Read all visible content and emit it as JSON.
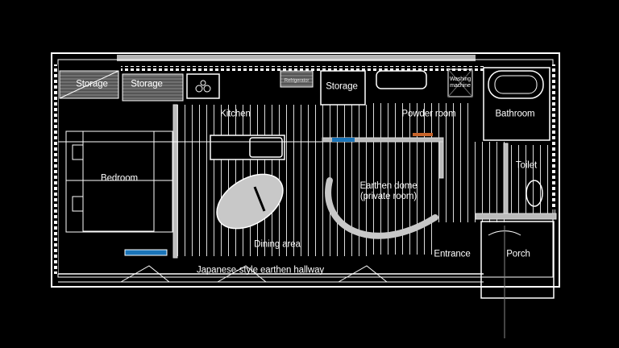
{
  "title": "Floor plan",
  "rooms": {
    "storage_1": "Storage",
    "storage_2": "Storage",
    "refrigerator": "Refrigerator",
    "storage_3": "Storage",
    "washing_machine": "Washing machine",
    "kitchen": "Kitchen",
    "powder_room": "Powder room",
    "bathroom": "Bathroom",
    "bedroom": "Bedroom",
    "toilet": "Toilet",
    "earthen_dome_line1": "Earthen dome",
    "earthen_dome_line2": "(private room)",
    "dining_area": "Dining area",
    "entrance": "Entrance",
    "porch": "Porch",
    "hallway": "Japanese-style earthen hallway"
  },
  "washing_machine_lines": [
    "Washing",
    "machine"
  ],
  "colors": {
    "background": "#000000",
    "wall": "#ffffff",
    "fixture": "#c8c8c8",
    "floorboard": "#e8e8e8",
    "accent_blue": "#1a74b8",
    "accent_orange": "#c8642a"
  }
}
